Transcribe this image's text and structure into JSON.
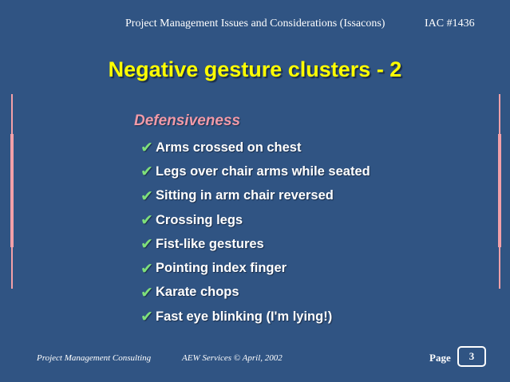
{
  "header": {
    "course_title": "Project Management Issues and Considerations (Issacons)",
    "course_code": "IAC #1436"
  },
  "slide": {
    "title": "Negative gesture clusters - 2",
    "section_heading": "Defensiveness",
    "bullet_icon": "check-mark-icon",
    "bullets": [
      "Arms crossed on chest",
      "Legs over chair arms while seated",
      "Sitting in arm chair reversed",
      "Crossing legs",
      "Fist-like gestures",
      "Pointing index finger",
      "Karate chops",
      "Fast eye blinking (I'm lying!)"
    ]
  },
  "footer": {
    "organization": "Project Management Consulting",
    "copyright": "AEW Services © April, 2002",
    "page_label": "Page",
    "page_number": "3"
  },
  "colors": {
    "background": "#305483",
    "title": "#ffff00",
    "section_heading": "#f19aa8",
    "check_mark": "#7fe07a",
    "side_bars": "#f3a0a8",
    "text": "#ffffff"
  }
}
